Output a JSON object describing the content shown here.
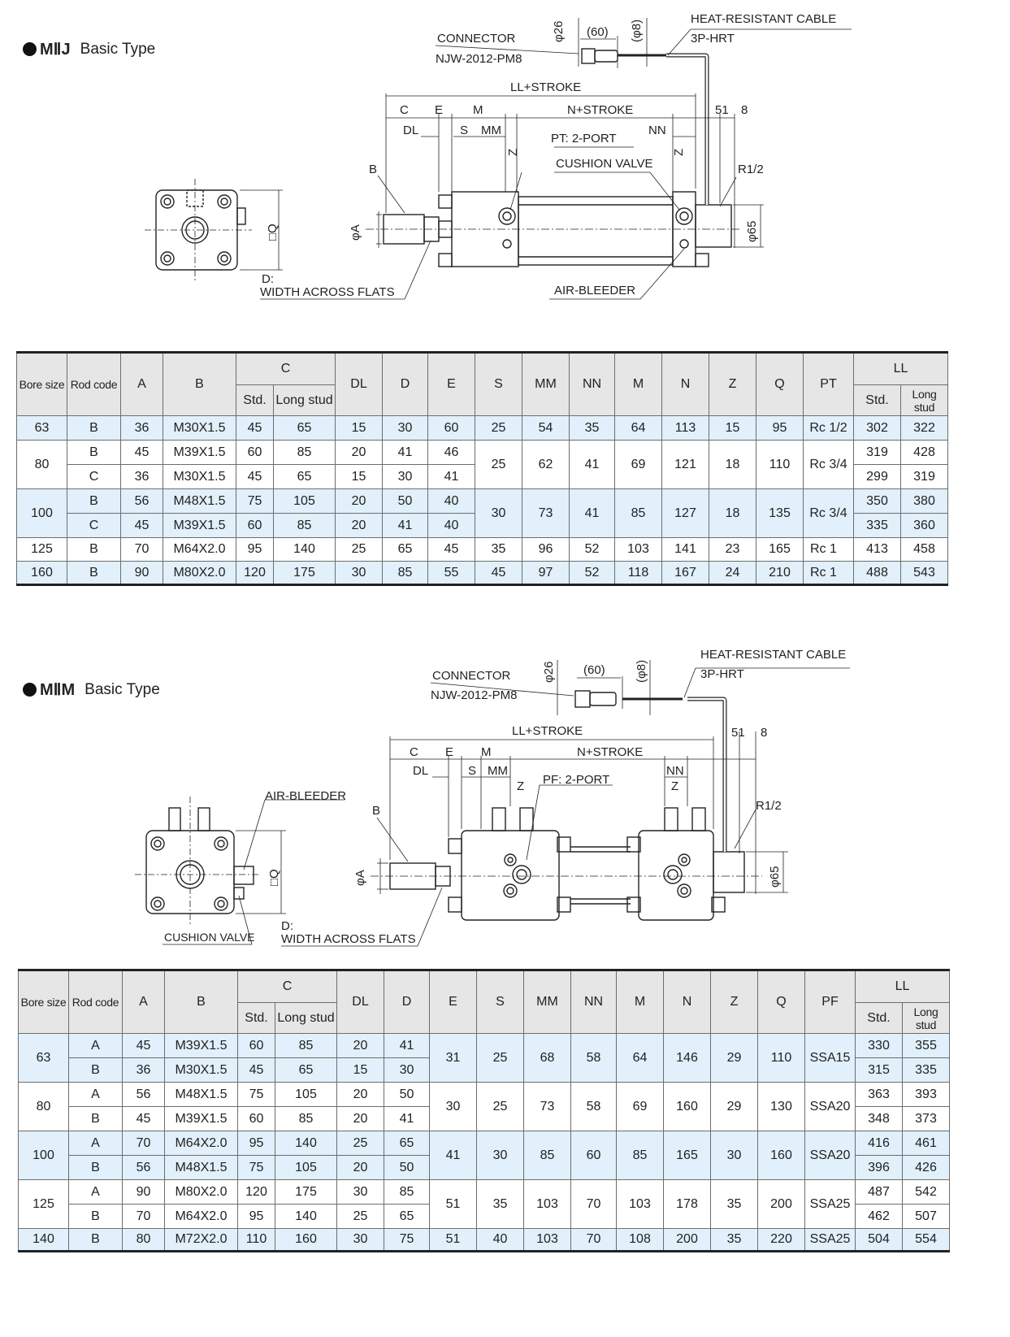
{
  "section1": {
    "model": "MⅡJ",
    "subtitle": "Basic Type",
    "labels": {
      "connector": "CONNECTOR",
      "connector_part": "NJW-2012-PM8",
      "phi26": "φ26",
      "len60": "(60)",
      "phi8": "(φ8)",
      "cable": "HEAT-RESISTANT CABLE",
      "cable_part": "3P-HRT",
      "ll": "LL+STROKE",
      "c": "C",
      "e": "E",
      "m": "M",
      "n": "N+STROKE",
      "d51": "51",
      "d8": "8",
      "dl": "DL",
      "s": "S",
      "mm": "MM",
      "nn": "NN",
      "port": "PT: 2-PORT",
      "cushion": "CUSHION VALVE",
      "r12": "R1/2",
      "b": "B",
      "z1": "Z",
      "z2": "Z",
      "phiA": "φA",
      "phi65": "φ65",
      "q": "□Q",
      "d_label": "D:",
      "flats": "WIDTH ACROSS FLATS",
      "bleeder": "AIR-BLEEDER"
    },
    "table": {
      "headers": {
        "bore": "Bore size",
        "rod": "Rod code",
        "a": "A",
        "b": "B",
        "c": "C",
        "c_std": "Std.",
        "c_long": "Long stud",
        "dl": "DL",
        "d": "D",
        "e": "E",
        "s": "S",
        "mm": "MM",
        "nn": "NN",
        "m": "M",
        "n": "N",
        "z": "Z",
        "q": "Q",
        "port": "PT",
        "ll": "LL",
        "ll_std": "Std.",
        "ll_long": "Long stud"
      },
      "rows": [
        {
          "bore": "63",
          "rod": "B",
          "a": "36",
          "b": "M30X1.5",
          "c_std": "45",
          "c_long": "65",
          "dl": "15",
          "d": "30",
          "e": "60",
          "s": "25",
          "mm": "54",
          "nn": "35",
          "m": "64",
          "n": "113",
          "z": "15",
          "q": "95",
          "pt": "Rc 1/2",
          "ll_std": "302",
          "ll_long": "322"
        },
        {
          "bore": "80",
          "rod": "B",
          "a": "45",
          "b": "M39X1.5",
          "c_std": "60",
          "c_long": "85",
          "dl": "20",
          "d": "41",
          "e": "46",
          "s": "25",
          "mm": "62",
          "nn": "41",
          "m": "69",
          "n": "121",
          "z": "18",
          "q": "110",
          "pt": "Rc 3/4",
          "ll_std": "319",
          "ll_long": "428"
        },
        {
          "rod": "C",
          "a": "36",
          "b": "M30X1.5",
          "c_std": "45",
          "c_long": "65",
          "dl": "15",
          "d": "30",
          "e": "41",
          "ll_std": "299",
          "ll_long": "319"
        },
        {
          "bore": "100",
          "rod": "B",
          "a": "56",
          "b": "M48X1.5",
          "c_std": "75",
          "c_long": "105",
          "dl": "20",
          "d": "50",
          "e": "40",
          "s": "30",
          "mm": "73",
          "nn": "41",
          "m": "85",
          "n": "127",
          "z": "18",
          "q": "135",
          "pt": "Rc 3/4",
          "ll_std": "350",
          "ll_long": "380"
        },
        {
          "rod": "C",
          "a": "45",
          "b": "M39X1.5",
          "c_std": "60",
          "c_long": "85",
          "dl": "20",
          "d": "41",
          "e": "40",
          "ll_std": "335",
          "ll_long": "360"
        },
        {
          "bore": "125",
          "rod": "B",
          "a": "70",
          "b": "M64X2.0",
          "c_std": "95",
          "c_long": "140",
          "dl": "25",
          "d": "65",
          "e": "45",
          "s": "35",
          "mm": "96",
          "nn": "52",
          "m": "103",
          "n": "141",
          "z": "23",
          "q": "165",
          "pt": "Rc 1",
          "ll_std": "413",
          "ll_long": "458"
        },
        {
          "bore": "160",
          "rod": "B",
          "a": "90",
          "b": "M80X2.0",
          "c_std": "120",
          "c_long": "175",
          "dl": "30",
          "d": "85",
          "e": "55",
          "s": "45",
          "mm": "97",
          "nn": "52",
          "m": "118",
          "n": "167",
          "z": "24",
          "q": "210",
          "pt": "Rc 1",
          "ll_std": "488",
          "ll_long": "543"
        }
      ]
    }
  },
  "section2": {
    "model": "MⅡM",
    "subtitle": "Basic Type",
    "labels": {
      "connector": "CONNECTOR",
      "connector_part": "NJW-2012-PM8",
      "phi26": "φ26",
      "len60": "(60)",
      "phi8": "(φ8)",
      "cable": "HEAT-RESISTANT CABLE",
      "cable_part": "3P-HRT",
      "ll": "LL+STROKE",
      "c": "C",
      "e": "E",
      "m": "M",
      "n": "N+STROKE",
      "d51": "51",
      "d8": "8",
      "dl": "DL",
      "s": "S",
      "mm": "MM",
      "nn": "NN",
      "port": "PF: 2-PORT",
      "r12": "R1/2",
      "b": "B",
      "z1": "Z",
      "z2": "Z",
      "phiA": "φA",
      "phi65": "φ65",
      "q": "□Q",
      "bleeder": "AIR-BLEEDER",
      "cushion": "CUSHION VALVE",
      "d_label": "D:",
      "flats": "WIDTH ACROSS FLATS"
    },
    "table": {
      "headers": {
        "bore": "Bore size",
        "rod": "Rod code",
        "a": "A",
        "b": "B",
        "c": "C",
        "c_std": "Std.",
        "c_long": "Long stud",
        "dl": "DL",
        "d": "D",
        "e": "E",
        "s": "S",
        "mm": "MM",
        "nn": "NN",
        "m": "M",
        "n": "N",
        "z": "Z",
        "q": "Q",
        "port": "PF",
        "ll": "LL",
        "ll_std": "Std.",
        "ll_long": "Long stud"
      },
      "rows": [
        {
          "bore": "63",
          "rod": "A",
          "a": "45",
          "b": "M39X1.5",
          "c_std": "60",
          "c_long": "85",
          "dl": "20",
          "d": "41",
          "e": "31",
          "s": "25",
          "mm": "68",
          "nn": "58",
          "m": "64",
          "n": "146",
          "z": "29",
          "q": "110",
          "pf": "SSA15",
          "ll_std": "330",
          "ll_long": "355"
        },
        {
          "rod": "B",
          "a": "36",
          "b": "M30X1.5",
          "c_std": "45",
          "c_long": "65",
          "dl": "15",
          "d": "30",
          "ll_std": "315",
          "ll_long": "335"
        },
        {
          "bore": "80",
          "rod": "A",
          "a": "56",
          "b": "M48X1.5",
          "c_std": "75",
          "c_long": "105",
          "dl": "20",
          "d": "50",
          "e": "30",
          "s": "25",
          "mm": "73",
          "nn": "58",
          "m": "69",
          "n": "160",
          "z": "29",
          "q": "130",
          "pf": "SSA20",
          "ll_std": "363",
          "ll_long": "393"
        },
        {
          "rod": "B",
          "a": "45",
          "b": "M39X1.5",
          "c_std": "60",
          "c_long": "85",
          "dl": "20",
          "d": "41",
          "ll_std": "348",
          "ll_long": "373"
        },
        {
          "bore": "100",
          "rod": "A",
          "a": "70",
          "b": "M64X2.0",
          "c_std": "95",
          "c_long": "140",
          "dl": "25",
          "d": "65",
          "e": "41",
          "s": "30",
          "mm": "85",
          "nn": "60",
          "m": "85",
          "n": "165",
          "z": "30",
          "q": "160",
          "pf": "SSA20",
          "ll_std": "416",
          "ll_long": "461"
        },
        {
          "rod": "B",
          "a": "56",
          "b": "M48X1.5",
          "c_std": "75",
          "c_long": "105",
          "dl": "20",
          "d": "50",
          "ll_std": "396",
          "ll_long": "426"
        },
        {
          "bore": "125",
          "rod": "A",
          "a": "90",
          "b": "M80X2.0",
          "c_std": "120",
          "c_long": "175",
          "dl": "30",
          "d": "85",
          "e": "51",
          "s": "35",
          "mm": "103",
          "nn": "70",
          "m": "103",
          "n": "178",
          "z": "35",
          "q": "200",
          "pf": "SSA25",
          "ll_std": "487",
          "ll_long": "542"
        },
        {
          "rod": "B",
          "a": "70",
          "b": "M64X2.0",
          "c_std": "95",
          "c_long": "140",
          "dl": "25",
          "d": "65",
          "ll_std": "462",
          "ll_long": "507"
        },
        {
          "bore": "140",
          "rod": "B",
          "a": "80",
          "b": "M72X2.0",
          "c_std": "110",
          "c_long": "160",
          "dl": "30",
          "d": "75",
          "e": "51",
          "s": "40",
          "mm": "103",
          "nn": "70",
          "m": "108",
          "n": "200",
          "z": "35",
          "q": "220",
          "pf": "SSA25",
          "ll_std": "504",
          "ll_long": "554"
        }
      ]
    }
  }
}
